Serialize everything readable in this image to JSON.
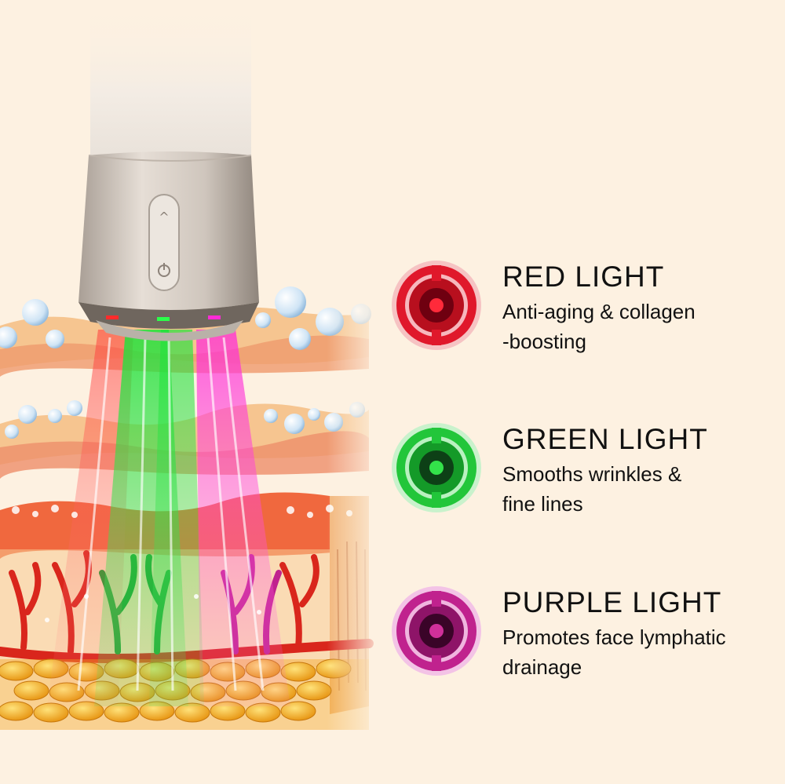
{
  "features": [
    {
      "title": "RED LIGHT",
      "description_lines": [
        "Anti-aging & collagen",
        "-boosting"
      ],
      "color": "#e0182b",
      "icon": "red-light-ring-icon"
    },
    {
      "title": "GREEN LIGHT",
      "description_lines": [
        "Smooths wrinkles &",
        "fine lines"
      ],
      "color": "#22c63a",
      "icon": "green-light-ring-icon"
    },
    {
      "title": "PURPLE LIGHT",
      "description_lines": [
        "Promotes face lymphatic",
        "drainage"
      ],
      "color": "#c0228e",
      "icon": "purple-light-ring-icon"
    }
  ],
  "colors": {
    "background": "#fdf1e1",
    "skin_layer": "#f4b77e",
    "blood_vessel": "#d9261c",
    "fat_cells": "#f2a21a",
    "device_body": "#d8cfc6"
  }
}
